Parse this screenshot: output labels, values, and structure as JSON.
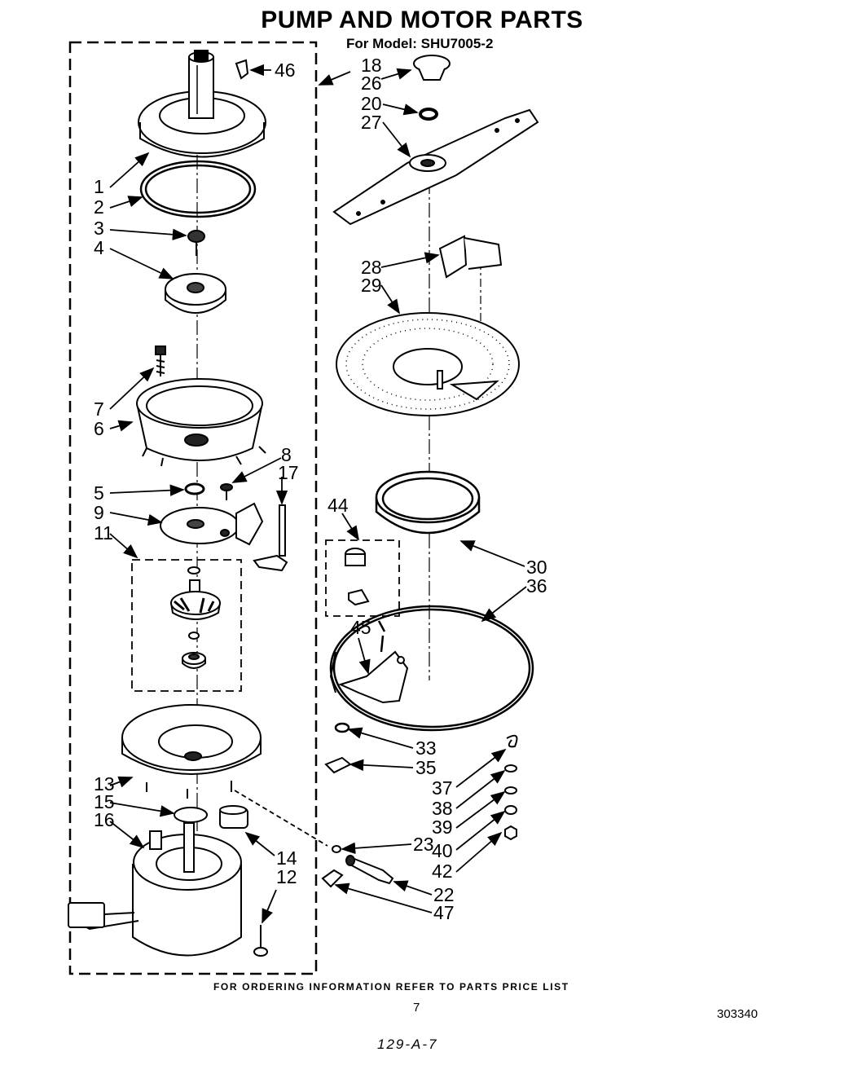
{
  "title": "PUMP AND MOTOR PARTS",
  "subtitle": "For Model: SHU7005-2",
  "footer_note": "FOR ORDERING INFORMATION REFER TO PARTS PRICE LIST",
  "page_number": "7",
  "document_number": "303340",
  "handwritten_note": "129-A-7",
  "callouts": {
    "c46": "46",
    "c18": "18",
    "c26": "26",
    "c20": "20",
    "c27": "27",
    "c1": "1",
    "c2": "2",
    "c3": "3",
    "c4": "4",
    "c28": "28",
    "c29": "29",
    "c7": "7",
    "c6": "6",
    "c8": "8",
    "c17": "17",
    "c5": "5",
    "c9": "9",
    "c11": "11",
    "c44": "44",
    "c30": "30",
    "c36": "36",
    "c45": "45",
    "c33": "33",
    "c35": "35",
    "c37": "37",
    "c38": "38",
    "c39": "39",
    "c13": "13",
    "c15": "15",
    "c16": "16",
    "c23": "23",
    "c14": "14",
    "c12": "12",
    "c40": "40",
    "c42": "42",
    "c22": "22",
    "c47": "47"
  }
}
